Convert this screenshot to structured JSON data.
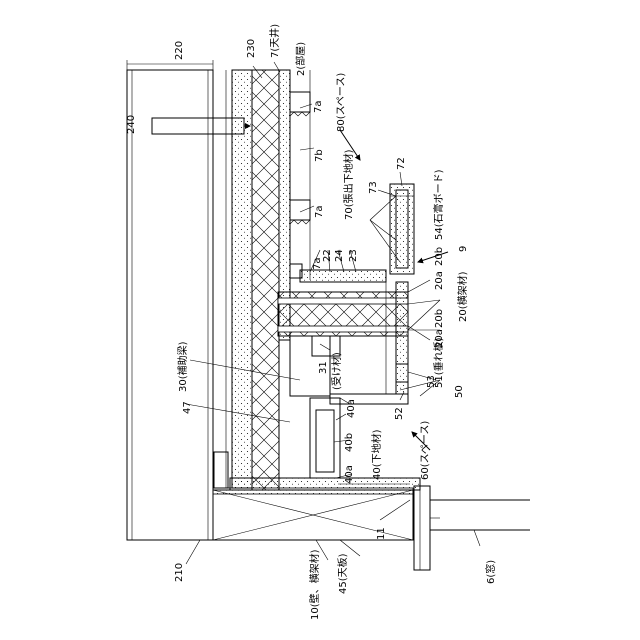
{
  "labels": {
    "n220": "220",
    "n230": "230",
    "n7": "7(天井)",
    "n2": "2(部屋)",
    "n240": "240",
    "n7a_1": "7a",
    "n80": "80(スペース)",
    "n7b": "7b",
    "n72": "72",
    "n73": "73",
    "n70": "70(張出下地材)",
    "n7a_2": "7a",
    "n54": "54(石膏ボード)",
    "n9": "9",
    "n7a_3": "7a",
    "n22": "22",
    "n24": "24",
    "n23": "23",
    "n20a_1": "20a",
    "n20b_1": "20b",
    "n20": "20(横架材)",
    "n20a_2": "20a",
    "n20b_2": "20b",
    "n30": "30(補助梁)",
    "n31": "31",
    "n31b": "(受け材)",
    "n51": "51(垂れ板)",
    "n53": "53",
    "n47": "47",
    "n40a_1": "40a",
    "n52": "52",
    "n50": "50",
    "n40b": "40b",
    "n60": "60(スペース)",
    "n40": "40(下地材)",
    "n40a_2": "40a",
    "n11": "11",
    "n210": "210",
    "n10": "10(壁、横架材)",
    "n45": "45(天板)",
    "n6": "6(窓)"
  }
}
